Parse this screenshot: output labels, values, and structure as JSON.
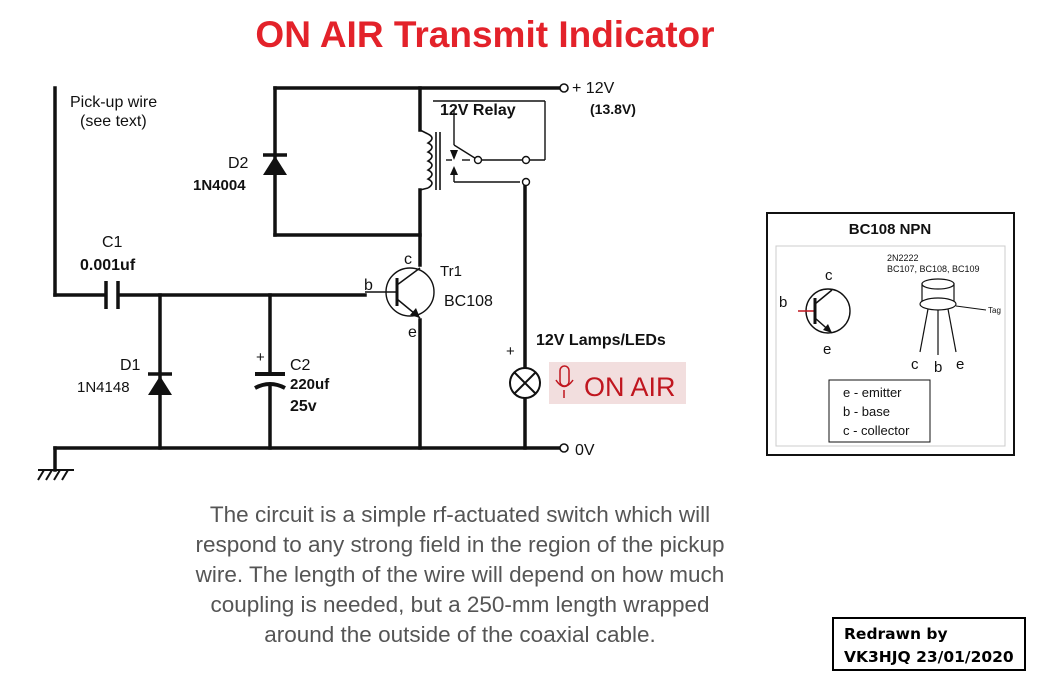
{
  "title": "ON AIR Transmit Indicator",
  "labels": {
    "pickup_line1": "Pick-up wire",
    "pickup_line2": "(see text)",
    "d2_name": "D2",
    "d2_part": "1N4004",
    "relay": "12V Relay",
    "supply_pos": "+ 12V",
    "supply_alt": "(13.8V)",
    "c1_name": "C1",
    "c1_value": "0.001uf",
    "tr1_name": "Tr1",
    "tr1_part": "BC108",
    "pin_b": "b",
    "pin_c": "c",
    "pin_e": "e",
    "lamps": "12V Lamps/LEDs",
    "lamp_plus": "+",
    "c2_plus": "+",
    "d1_name": "D1",
    "d1_part": "1N4148",
    "c2_name": "C2",
    "c2_value": "220uf",
    "c2_voltage": "25v",
    "supply_neg": "0V",
    "on_air": "ON AIR"
  },
  "inset": {
    "title": "BC108 NPN",
    "pkg_line1": "2N2222",
    "pkg_line2": "BC107, BC108, BC109",
    "tag": "Tag",
    "pin_c": "c",
    "pin_b": "b",
    "pin_e": "e",
    "legend": [
      "e - emitter",
      "b - base",
      "c - collector"
    ]
  },
  "description": [
    "The circuit is a simple rf-actuated switch which will",
    "respond to any strong field in the region of the pickup",
    "wire. The length of the wire will depend on how much",
    "coupling is needed, but a 250-mm length wrapped",
    "around the outside of the coaxial cable."
  ],
  "credit": [
    "Redrawn by",
    "VK3HJQ 23/01/2020"
  ],
  "colors": {
    "title": "#e3222a",
    "wire": "#111111",
    "onair_bg": "#f2dede",
    "onair_text": "#c0161f",
    "description": "#555555"
  }
}
